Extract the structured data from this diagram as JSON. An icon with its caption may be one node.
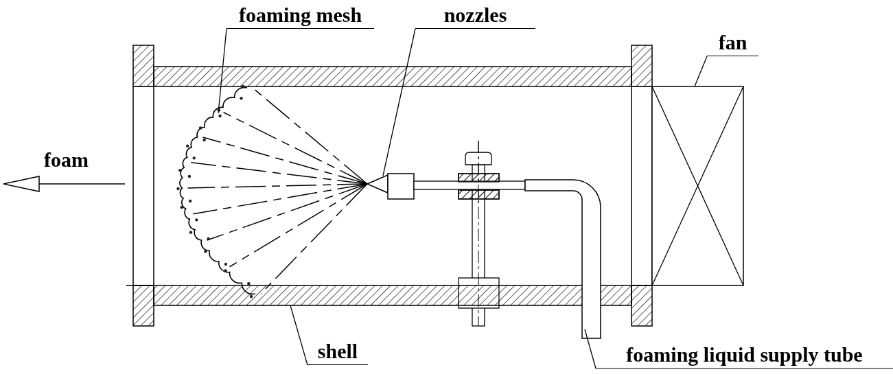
{
  "diagram": {
    "nodes": [
      {
        "text": [
          "foaming mesh"
        ]
      },
      {
        "text": [
          "nozzles"
        ]
      },
      {
        "text": [
          "fan"
        ]
      },
      {
        "text": [],
        "shape": "picture"
      },
      {
        "text": [],
        "shape": "picture"
      },
      {
        "text": [],
        "shape": "box"
      },
      {
        "text": [],
        "shape": "bar"
      },
      {
        "text": [],
        "shape": "picture"
      },
      {
        "text": [
          "shell"
        ]
      },
      {
        "text": [
          "foaming liquid supply tube"
        ]
      }
    ],
    "edges": [
      {
        "from": 0,
        "to": 3,
        "arrow": "none"
      },
      {
        "from": 1,
        "to": 4,
        "arrow": "none"
      },
      {
        "from": 2,
        "to": 5,
        "arrow": "none"
      },
      {
        "from": 8,
        "to": 6,
        "arrow": "none"
      },
      {
        "from": 9,
        "to": 7,
        "arrow": "none"
      }
    ],
    "labels": [
      "foam"
    ]
  }
}
